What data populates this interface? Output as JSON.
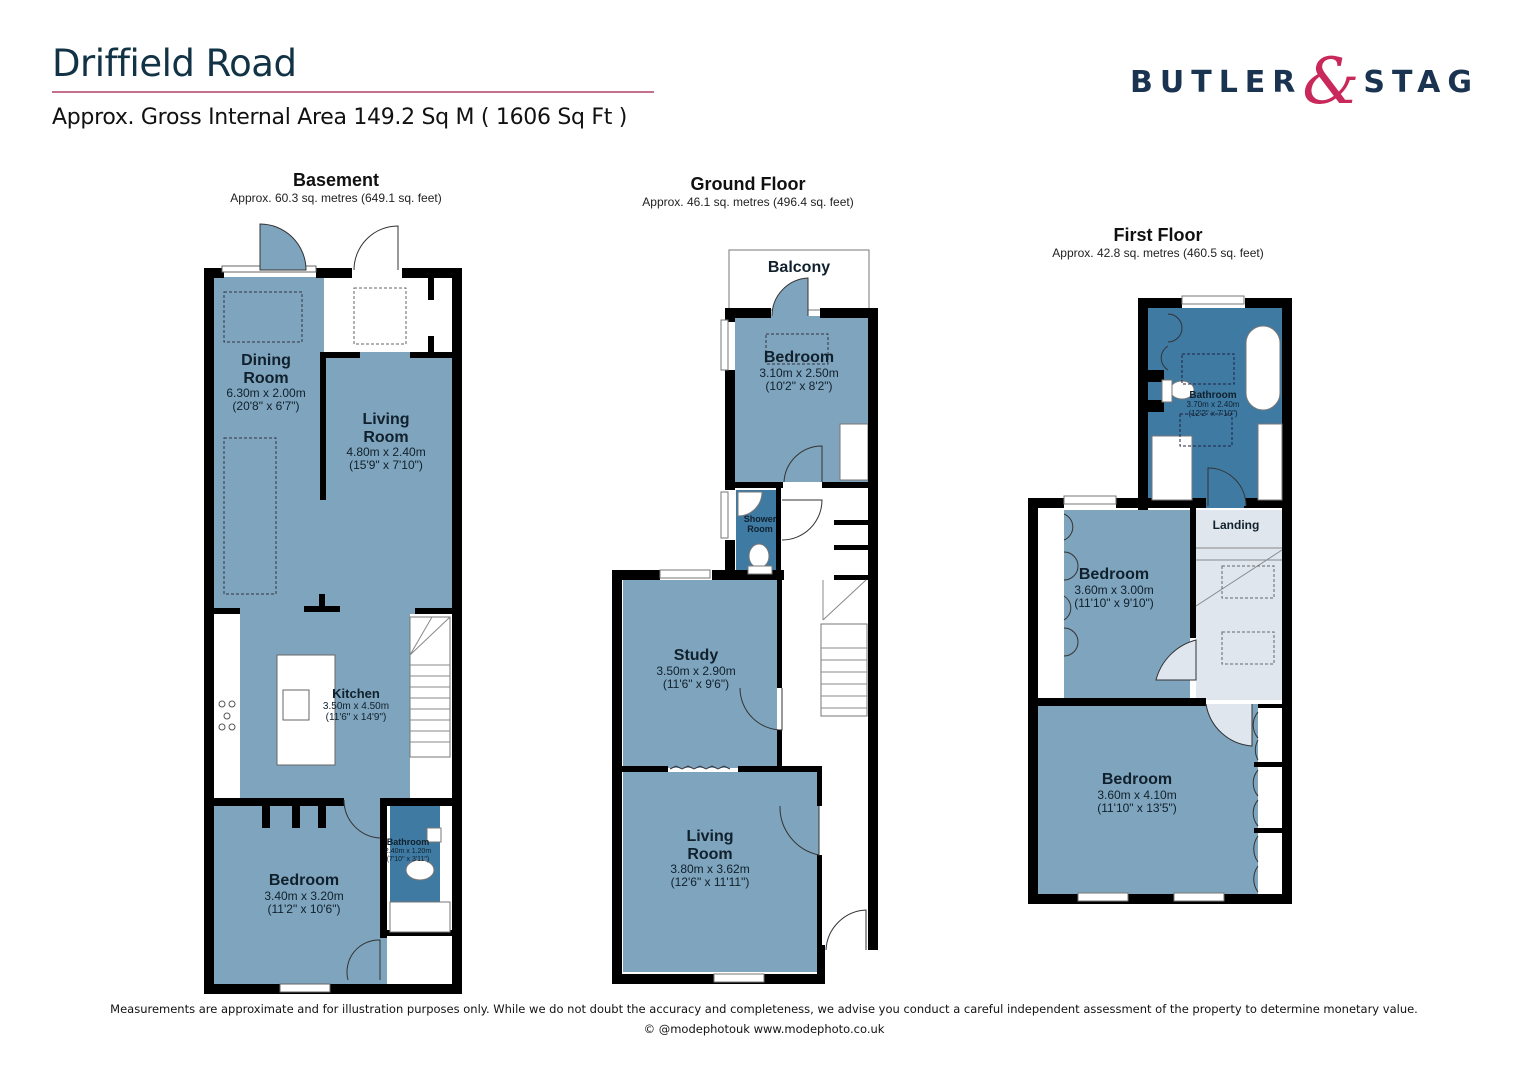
{
  "header": {
    "title": "Driffield Road",
    "subtitle": "Approx. Gross Internal Area 149.2 Sq M ( 1606 Sq Ft )",
    "accent_color": "#c5708e"
  },
  "logo": {
    "left_word": "BUTLER",
    "ampersand": "&",
    "right_word": "STAG",
    "text_color": "#1a3350",
    "ampersand_color": "#c8285a"
  },
  "colors": {
    "room_fill": "#7fa4bd",
    "wet_room_fill": "#3f7aa3",
    "landing_fill": "#dfe6ee",
    "wall": "#000000"
  },
  "floors": [
    {
      "name": "Basement",
      "area": "Approx. 60.3 sq. metres (649.1 sq. feet)",
      "rooms": [
        {
          "name": "Dining\nRoom",
          "line1": "Dining",
          "line2": "Room",
          "metric": "6.30m x 2.00m",
          "imperial": "(20'8\" x 6'7\")"
        },
        {
          "name": "Living Room",
          "line1": "Living",
          "line2": "Room",
          "metric": "4.80m x 2.40m",
          "imperial": "(15'9\" x 7'10\")"
        },
        {
          "name": "Kitchen",
          "metric": "3.50m x 4.50m",
          "imperial": "(11'6\" x 14'9\")"
        },
        {
          "name": "Bedroom",
          "metric": "3.40m x 3.20m",
          "imperial": "(11'2\" x 10'6\")"
        },
        {
          "name": "Bathroom",
          "metric": "2.40m x 1.20m",
          "imperial": "(7'10\" x 3'11\")"
        }
      ]
    },
    {
      "name": "Ground Floor",
      "area": "Approx. 46.1 sq. metres (496.4 sq. feet)",
      "rooms": [
        {
          "name": "Balcony"
        },
        {
          "name": "Bedroom",
          "metric": "3.10m x 2.50m",
          "imperial": "(10'2\" x 8'2\")"
        },
        {
          "name": "Shower Room",
          "line1": "Shower",
          "line2": "Room"
        },
        {
          "name": "Study",
          "metric": "3.50m x 2.90m",
          "imperial": "(11'6\" x 9'6\")"
        },
        {
          "name": "Living Room",
          "line1": "Living",
          "line2": "Room",
          "metric": "3.80m x 3.62m",
          "imperial": "(12'6\" x 11'11\")"
        }
      ]
    },
    {
      "name": "First Floor",
      "area": "Approx. 42.8 sq. metres (460.5 sq. feet)",
      "rooms": [
        {
          "name": "Bathroom",
          "metric": "3.70m x 2.40m",
          "imperial": "(12'2\" x 7'10\")"
        },
        {
          "name": "Landing"
        },
        {
          "name": "Bedroom",
          "metric": "3.60m x 3.00m",
          "imperial": "(11'10\" x 9'10\")"
        },
        {
          "name": "Bedroom",
          "metric": "3.60m x 4.10m",
          "imperial": "(11'10\" x 13'5\")"
        }
      ]
    }
  ],
  "footer": {
    "disclaimer": "Measurements are approximate and for illustration purposes only.  While we do not doubt the accuracy and completeness, we advise you conduct a careful independent assessment of the property to determine monetary value.",
    "credit": "© @modephotouk www.modephoto.co.uk"
  }
}
